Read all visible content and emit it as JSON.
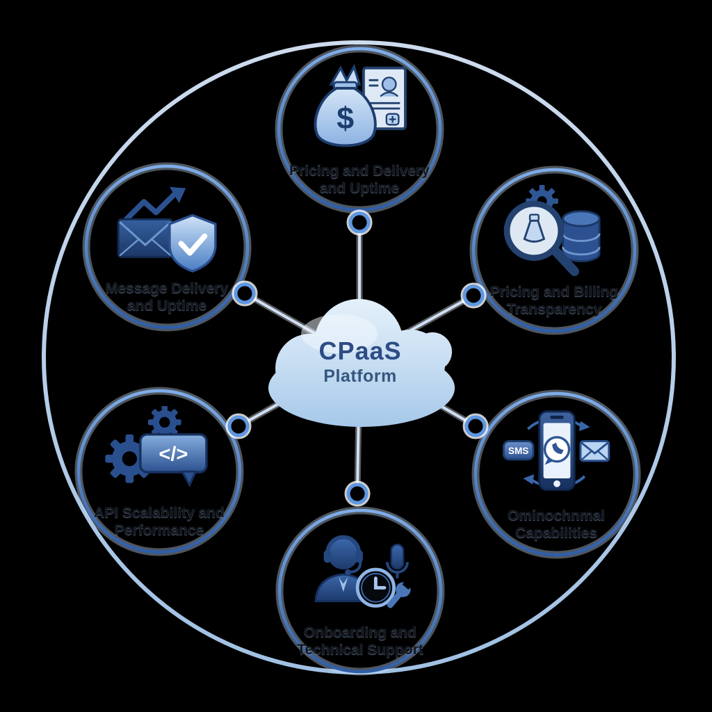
{
  "center": {
    "title": "CPaaS",
    "subtitle": "Platform"
  },
  "nodes": [
    {
      "id": "pricing-delivery",
      "label": "Pricing and Delivery\nand Uptime",
      "icon": "money-bag-invoice-icon"
    },
    {
      "id": "billing-transparency",
      "label": "Pricing and Billing\nTransparency",
      "icon": "magnifier-database-gear-icon"
    },
    {
      "id": "omnichannel",
      "label": "Ominochnmal\nCapabilities",
      "icon": "phone-sms-email-icon"
    },
    {
      "id": "onboarding-support",
      "label": "Onboarding and\nTechnical Support",
      "icon": "support-agent-clock-wrench-icon"
    },
    {
      "id": "api-scalability",
      "label": "API Scalability and\nPerformance",
      "icon": "gears-code-bubble-icon"
    },
    {
      "id": "message-delivery",
      "label": "Message Delivery\nand Uptime",
      "icon": "envelope-shield-growth-icon"
    }
  ],
  "icon_text": {
    "dollar": "$",
    "sms": "SMS",
    "code": "</>"
  },
  "colors": {
    "background": "#000000",
    "outer_ring": "#c3d9f4",
    "spoke_line": "#cfdff6",
    "node_ring_dark": "#2f5ea8",
    "node_ring_light": "#7fadea",
    "connector_dot": "#5e96e0",
    "icon_navy": "#1d3d6e",
    "icon_mid_blue": "#3a66a8",
    "icon_light_blue": "#b8d4f1",
    "cloud_top": "#eaf4fc",
    "cloud_bottom": "#a5c7e9",
    "cloud_text": "#2e4d86",
    "label_text": "#14171d"
  }
}
